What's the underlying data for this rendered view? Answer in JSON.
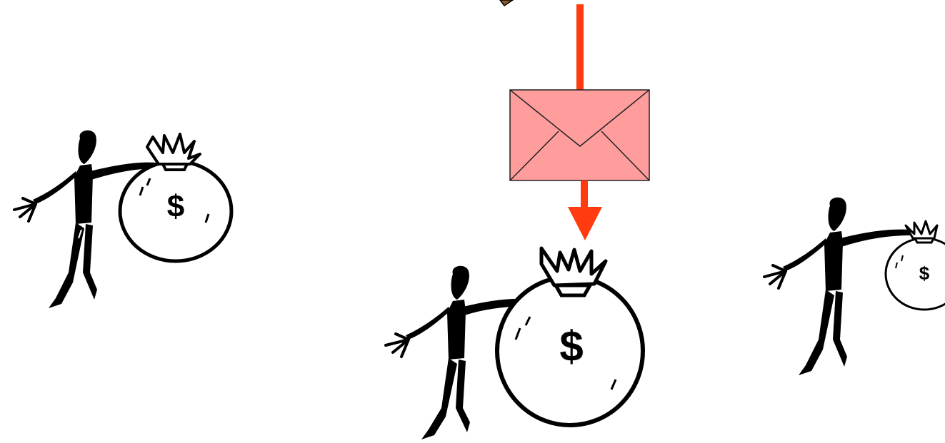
{
  "figures": [
    {
      "id": "left",
      "bag_symbol": "$",
      "bag_size": "medium"
    },
    {
      "id": "center",
      "bag_symbol": "$",
      "bag_size": "large"
    },
    {
      "id": "right",
      "bag_symbol": "$",
      "bag_size": "small"
    }
  ],
  "colors": {
    "arrow": "#ff3b0f",
    "envelope_fill": "#ff9c9c",
    "envelope_stroke": "#222222",
    "ink": "#000000",
    "bag_fill": "#ffffff",
    "corner_object": "#8a5a2b"
  },
  "icons": [
    "person-icon",
    "money-bag-icon",
    "envelope-icon",
    "arrow-down-icon"
  ]
}
